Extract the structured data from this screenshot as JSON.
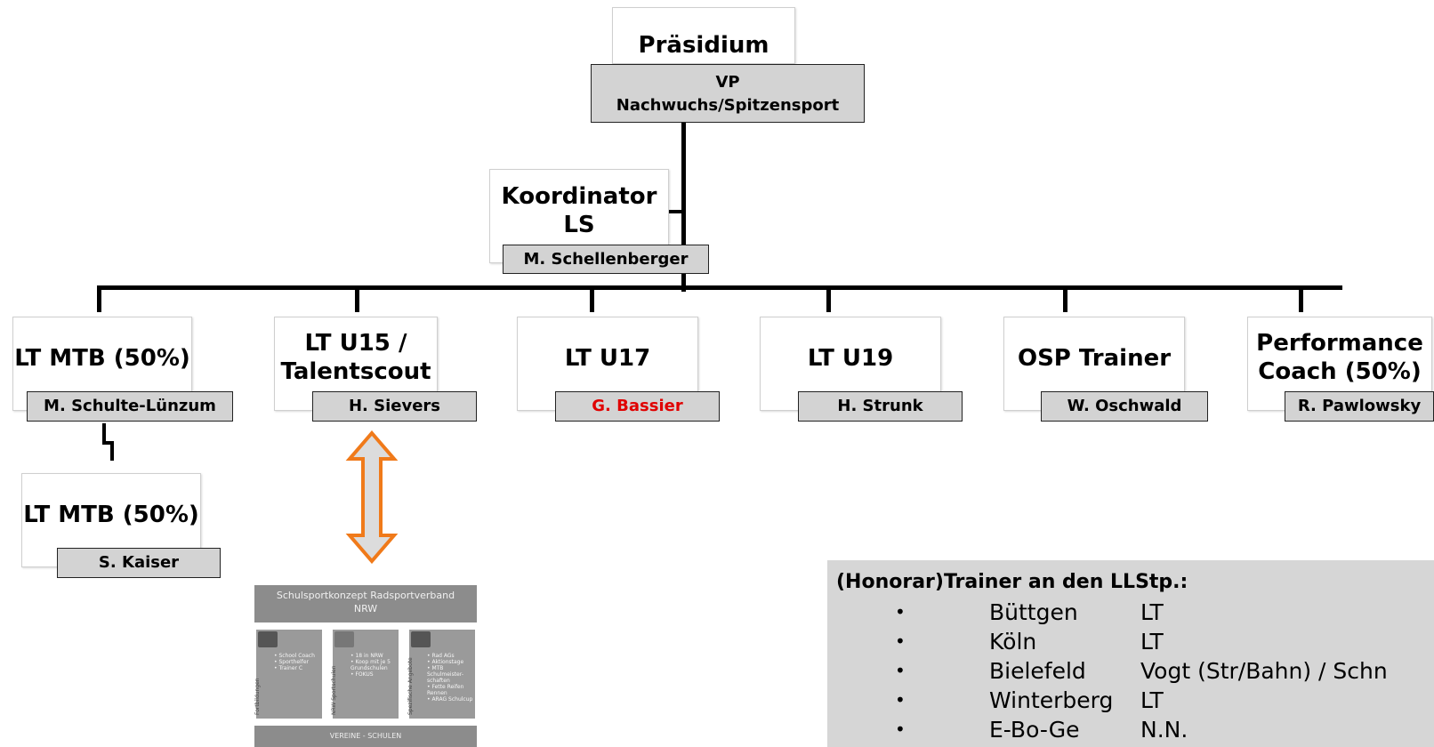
{
  "top": {
    "title": "Präsidium",
    "vp_line1": "VP",
    "vp_line2": "Nachwuchs/Spitzensport"
  },
  "coordinator": {
    "title_line1": "Koordinator",
    "title_line2": "LS",
    "name": "M. Schellenberger"
  },
  "units": [
    {
      "title_line1": "LT MTB (50%)",
      "title_line2": "",
      "name": "M. Schulte-Lünzum",
      "name_color": "#000000"
    },
    {
      "title_line1": "LT U15 /",
      "title_line2": "Talentscout",
      "name": "H. Sievers",
      "name_color": "#000000"
    },
    {
      "title_line1": "LT U17",
      "title_line2": "",
      "name": "G. Bassier",
      "name_color": "#e00000"
    },
    {
      "title_line1": "LT U19",
      "title_line2": "",
      "name": "H. Strunk",
      "name_color": "#000000"
    },
    {
      "title_line1": "OSP Trainer",
      "title_line2": "",
      "name": "W. Oschwald",
      "name_color": "#000000"
    },
    {
      "title_line1": "Performance",
      "title_line2": "Coach (50%)",
      "name": "R. Pawlowsky",
      "name_color": "#000000"
    }
  ],
  "sub_unit": {
    "title": "LT MTB (50%)",
    "name": "S. Kaiser"
  },
  "schulsport": {
    "header_line1": "Schulsportkonzept Radsportverband",
    "header_line2": "NRW",
    "columns": [
      {
        "label": "Fortbildungen",
        "items": [
          "• School Coach",
          "• Sporthelfer",
          "• Trainer C"
        ]
      },
      {
        "label": "NRW Sportschulen",
        "items": [
          "• 18 in NRW",
          "• Koop mit je 5",
          "  Grundschulen",
          "• FOKUS"
        ]
      },
      {
        "label": "Spezifische Angebote",
        "items": [
          "• Rad AGs",
          "• Aktionstage",
          "• MTB",
          "  Schulmeister-",
          "  schaften",
          "• Fette Reifen",
          "  Rennen",
          "• ARAG Schulcup"
        ]
      }
    ],
    "footer": "VEREINE - SCHULEN"
  },
  "honorar": {
    "title": "(Honorar)Trainer an den LLStp.:",
    "rows": [
      {
        "bullet": "•",
        "location": "Büttgen",
        "trainer": "LT"
      },
      {
        "bullet": "•",
        "location": "Köln",
        "trainer": "LT"
      },
      {
        "bullet": "•",
        "location": "Bielefeld",
        "trainer": "Vogt (Str/Bahn)  /  Schn"
      },
      {
        "bullet": "•",
        "location": "Winterberg",
        "trainer": "LT"
      },
      {
        "bullet": "•",
        "location": "E-Bo-Ge",
        "trainer": "N.N."
      }
    ]
  },
  "colors": {
    "arrow_stroke": "#f07a1a",
    "arrow_fill": "#dcdcdc",
    "name_bg": "#d3d3d3",
    "panel_bg": "#d6d6d6"
  }
}
